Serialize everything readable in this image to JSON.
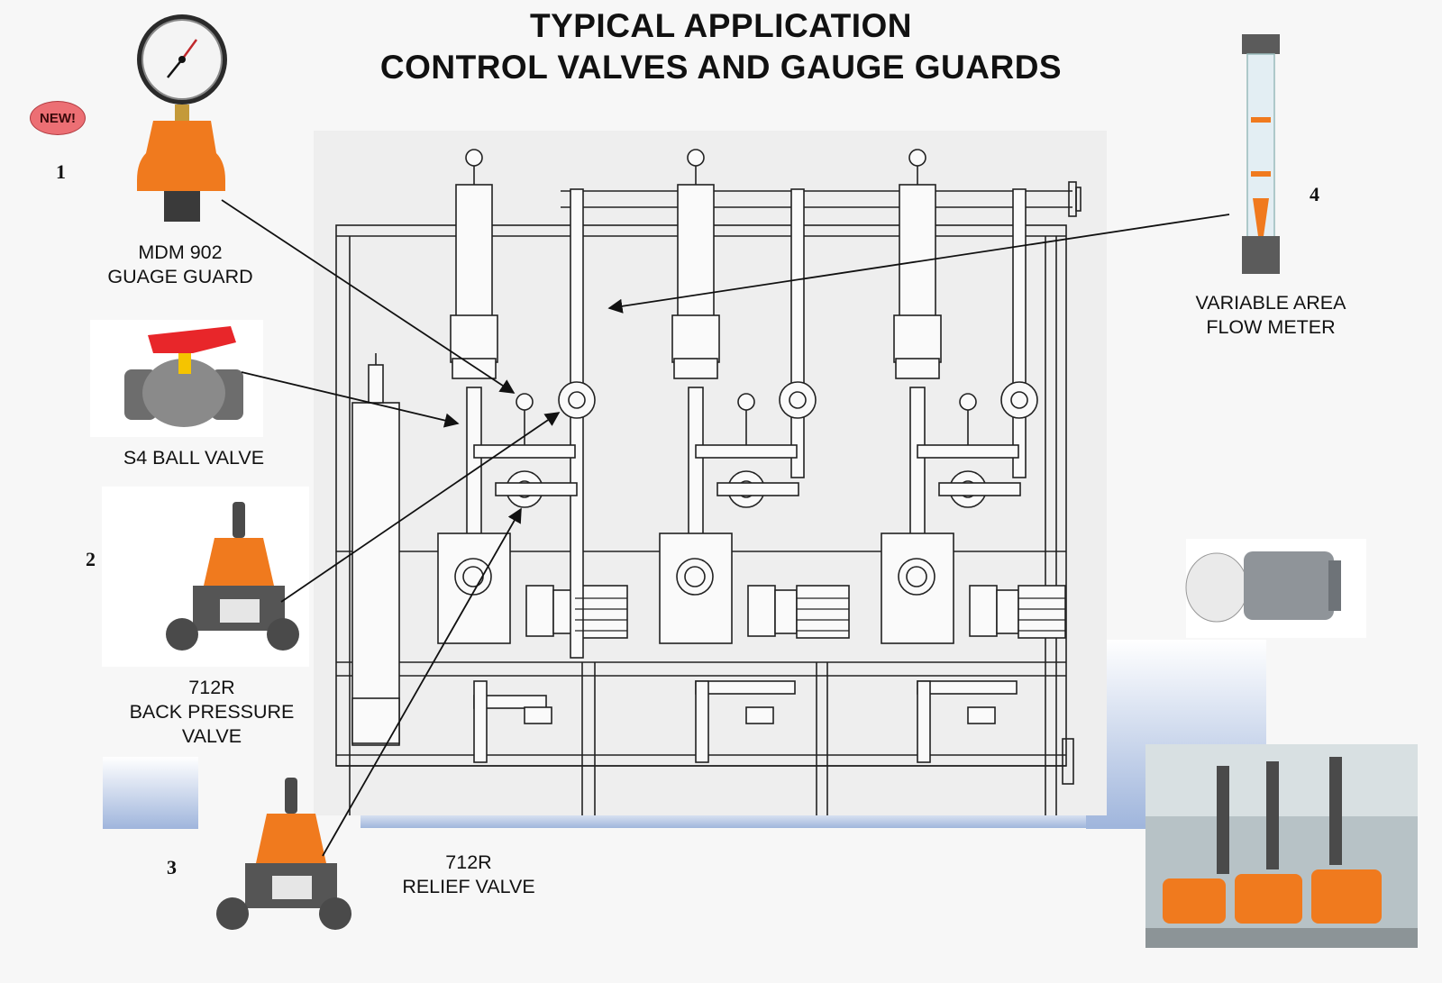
{
  "title": {
    "line1": "TYPICAL  APPLICATION",
    "line2": "CONTROL VALVES AND GAUGE GUARDS"
  },
  "badge": "NEW!",
  "items": {
    "gauge_guard": {
      "number": "1",
      "line1": "MDM 902",
      "line2": "GUAGE GUARD"
    },
    "ball_valve": {
      "line1": "S4 BALL VALVE"
    },
    "back_pressure": {
      "number": "2",
      "line1": "712R",
      "line2": "BACK PRESSURE",
      "line3": "VALVE"
    },
    "relief": {
      "number": "3",
      "line1": "712R",
      "line2": "RELIEF VALVE"
    },
    "flow_meter": {
      "number": "4",
      "line1": "VARIABLE AREA",
      "line2": "FLOW METER"
    }
  },
  "colors": {
    "orange": "#f07a1e",
    "pvc_grey": "#5a5a5a",
    "red_handle": "#e8262a",
    "badge": "#ec6f74",
    "blue_bar": "#9fb5dc"
  }
}
